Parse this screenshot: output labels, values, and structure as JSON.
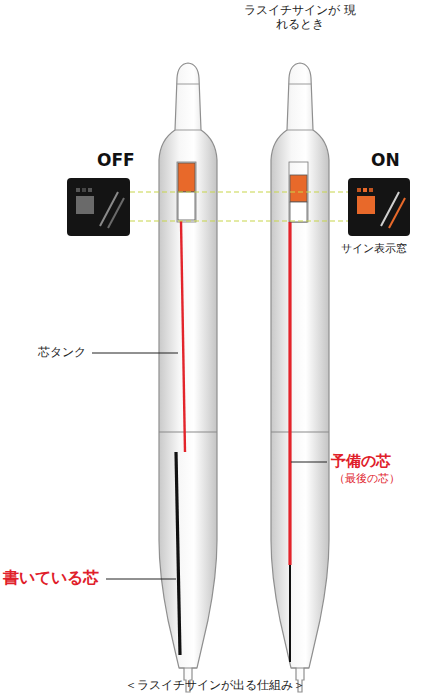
{
  "diagram": {
    "title": "ラスイチサインが 現れるとき",
    "caption": "＜ラスイチサインが出る仕組み＞",
    "labels": [
      "OFF",
      "ON",
      "サイン表示窓",
      "芯タンク",
      "予備の芯",
      "（最後の芯）",
      "書いている芯"
    ]
  }
}
